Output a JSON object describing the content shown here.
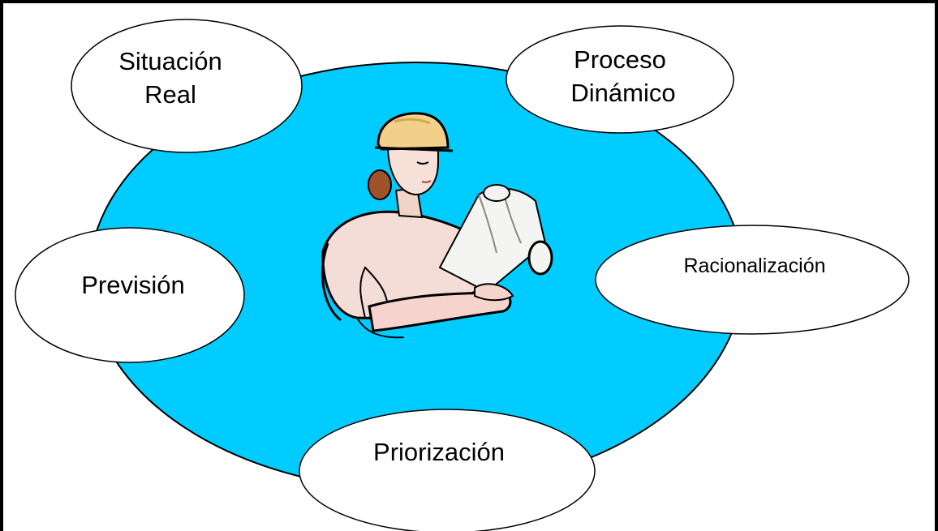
{
  "diagram": {
    "center_figure": "engineer-with-blueprints-icon",
    "colors": {
      "center_circle": "#00ccff",
      "node_fill": "#ffffff",
      "node_stroke": "#000000",
      "frame": "#000000"
    },
    "nodes": {
      "situacion_real": {
        "line1": "Situación",
        "line2": "Real"
      },
      "proceso_dinamico": {
        "line1": "Proceso",
        "line2": "Dinámico"
      },
      "prevision": {
        "label": "Previsión"
      },
      "racionalizacion": {
        "label": "Racionalización"
      },
      "priorizacion": {
        "label": "Priorización"
      }
    }
  }
}
